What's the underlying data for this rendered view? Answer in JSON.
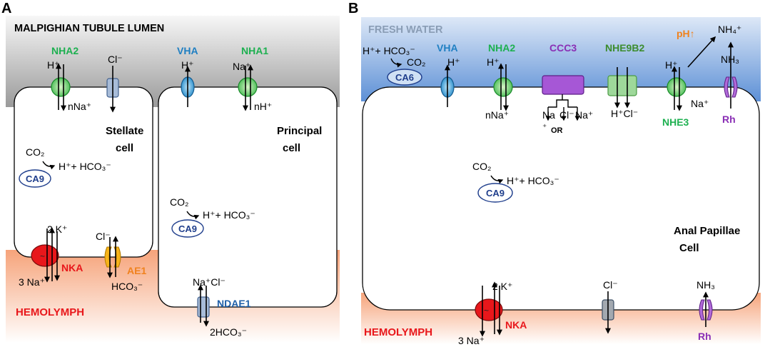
{
  "panel_a": {
    "letter": "A",
    "lumen_label": "MALPIGHIAN TUBULE LUMEN",
    "hemolymph_label": "HEMOLYMPH",
    "stellate_l1": "Stellate",
    "stellate_l2": "cell",
    "principal_l1": "Principal",
    "principal_l2": "cell",
    "nha2": "NHA2",
    "nha2_top": "H⁺",
    "nha2_bottom": "nNa⁺",
    "cl_top": "Cl⁻",
    "vha": "VHA",
    "vha_top": "H⁺",
    "nha1": "NHA1",
    "nha1_top": "Na⁺",
    "nha1_bottom": "nH⁺",
    "co2_a": "CO₂",
    "hco3_a": "H⁺+ HCO₃⁻",
    "ca9_a": "CA9",
    "co2_b": "CO₂",
    "hco3_b": "H⁺+ HCO₃⁻",
    "ca9_b": "CA9",
    "k": "2 K⁺",
    "na": "3 Na⁺",
    "nka": "NKA",
    "ae1_cl": "Cl⁻",
    "ae1": "AE1",
    "ae1_hco3": "HCO₃⁻",
    "ndae_top": "Na⁺Cl⁻",
    "ndae": "NDAE1",
    "ndae_bottom": "2HCO₃⁻"
  },
  "panel_b": {
    "letter": "B",
    "fresh_label": "FRESH WATER",
    "hemolymph_label": "HEMOLYMPH",
    "cell_l1": "Anal Papillae",
    "cell_l2": "Cell",
    "top_reaction": "H⁺+ HCO₃⁻",
    "co2_top": "CO₂",
    "ca6": "CA6",
    "vha": "VHA",
    "vha_top": "H⁺",
    "nha2": "NHA2",
    "nha2_top": "H⁺",
    "nha2_bottom": "nNa⁺",
    "ccc3": "CCC3",
    "ccc3_na1": "Na",
    "ccc3_plus": "⁺",
    "ccc3_cl": "Cl⁻",
    "ccc3_na2": "Na⁺",
    "ccc3_or": "OR",
    "nhe9b2": "NHE9B2",
    "nhe9b2_bottom": "H⁺Cl⁻",
    "nhe3": "NHE3",
    "nhe3_top": "H⁺",
    "nhe3_bottom": "Na⁺",
    "ph": "pH↑",
    "nh4": "NH₄⁺",
    "nh3_top": "NH₃",
    "rh_top": "Rh",
    "co2_mid": "CO₂",
    "hco3_mid": "H⁺+ HCO₃⁻",
    "ca9": "CA9",
    "k": "2 K⁺",
    "na": "3 Na⁺",
    "nka": "NKA",
    "cl_bottom": "Cl⁻",
    "nh3_bottom": "NH₃",
    "rh_bottom": "Rh"
  },
  "colors": {
    "green": "#1db050",
    "blue": "#1f7fc2",
    "purple": "#8a2fb5",
    "red": "#e8171b",
    "orange": "#f0821e",
    "navy": "#1f3e8c",
    "darkgreen": "#3c8c2e",
    "gray_text": "#8a9db5"
  }
}
